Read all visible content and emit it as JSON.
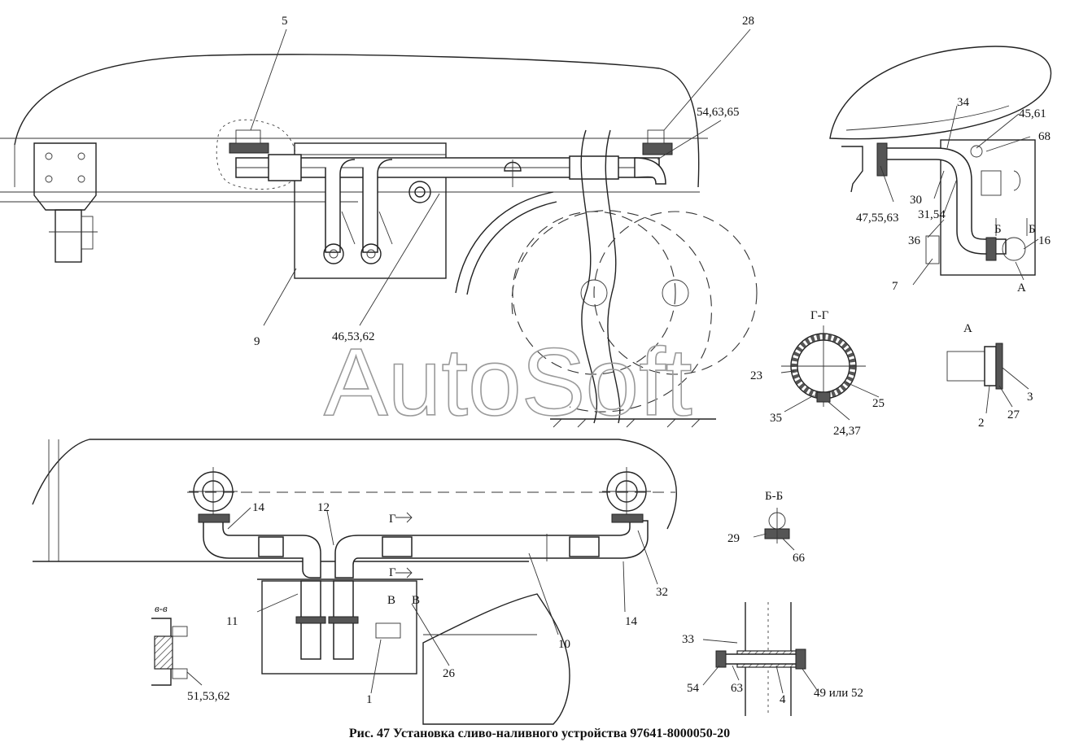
{
  "caption": "Рис. 47 Установка сливо-наливного устройства 97641-8000050-20",
  "watermark": "AutoSoft",
  "section_labels": {
    "gg": "Г-Г",
    "a": "А",
    "bb": "Б-Б",
    "vv": "в-в",
    "a_mark": "А",
    "b_mark_left": "Б",
    "b_mark_right": "Б",
    "g_top": "Г",
    "g_bottom": "Г",
    "v_left": "В",
    "v_right": "В"
  },
  "callouts": {
    "c5": "5",
    "c28": "28",
    "c54_63_65": "54,63,65",
    "c9": "9",
    "c46_53_62": "46,53,62",
    "c34": "34",
    "c45_61": "45,61",
    "c68": "68",
    "c30": "30",
    "c31_54": "31,54",
    "c47_55_63": "47,55,63",
    "c36": "36",
    "c16": "16",
    "c7": "7",
    "c23": "23",
    "c25": "25",
    "c35": "35",
    "c24_37": "24,37",
    "c3": "3",
    "c2": "2",
    "c27": "27",
    "c14_left": "14",
    "c12": "12",
    "c11": "11",
    "c10": "10",
    "c14_right": "14",
    "c32": "32",
    "c26": "26",
    "c1": "1",
    "c51_53_62": "51,53,62",
    "c29": "29",
    "c66": "66",
    "c33": "33",
    "c54": "54",
    "c63": "63",
    "c4": "4",
    "c49_52": "49 или 52"
  }
}
